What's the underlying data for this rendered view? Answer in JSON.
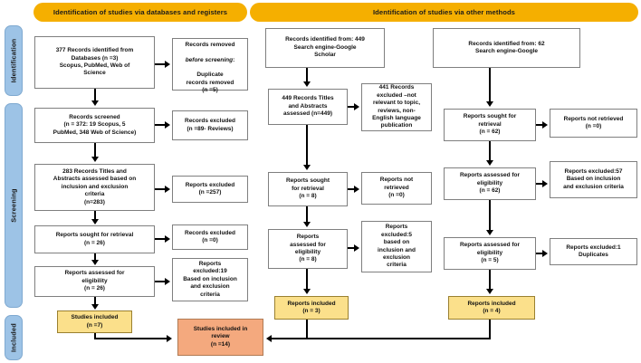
{
  "banners": [
    {
      "id": "databases-registers",
      "label": "Identification of studies via databases and registers"
    },
    {
      "id": "other-methods",
      "label": "Identification of studies via other methods"
    }
  ],
  "stages": [
    {
      "id": "identification",
      "label": "Identification"
    },
    {
      "id": "screening",
      "label": "Screening"
    },
    {
      "id": "included",
      "label": "Included"
    }
  ],
  "colors": {
    "banner": "#F5AF00",
    "stage": "#9DC3E6",
    "included_yellow": "#FBE08B",
    "review_salmon": "#F4A97E",
    "box_border": "#7f7f7f",
    "connector": "#000000"
  },
  "left_column": {
    "identified": "377 Records identified from\nDatabases (n =3)\nScopus, PubMed, Web of\nScience",
    "removed_line1": "Records removed",
    "removed_line2": "before screening",
    "removed_line3": ":",
    "removed_rest": "Duplicate\nrecords removed\n(n =5)",
    "screened": "Records screened\n(n = 372: 19 Scopus, 5\nPubMed, 348 Web of Science)",
    "screened_excluded": "Records excluded\n(n =89- Reviews)",
    "titles_abstracts": "283 Records Titles and\nAbstracts assessed based on\ninclusion and exclusion\ncriteria\n(n=283)",
    "reports_excluded_257": "Reports excluded\n(n =257)",
    "sought": "Reports sought for retrieval\n(n = 26)",
    "sought_excluded": "Records excluded\n(n =0)",
    "assessed": "Reports assessed for\neligibility\n(n = 26)",
    "assessed_excluded": "Reports\nexcluded:19\nBased on inclusion\nand exclusion\ncriteria",
    "studies_included": "Studies included\n(n =7)"
  },
  "middle_column": {
    "identified": "Records identified from: 449\nSearch engine-Google\nScholar",
    "titles_abstracts": "449 Records Titles\nand Abstracts\nassessed (n=449)",
    "excluded_441": "441 Records\nexcluded –not\nrelevant to topic,\nreviews, non-\nEnglish language\npublication",
    "sought": "Reports sought\nfor retrieval\n(n = 8)",
    "not_retrieved": "Reports not\nretrieved\n(n =0)",
    "assessed": "Reports\nassessed for\neligibility\n(n = 8)",
    "assessed_excluded": "Reports\nexcluded:5\nbased on\ninclusion and\nexclusion\ncriteria",
    "reports_included": "Reports included\n(n = 3)"
  },
  "right_column": {
    "identified": "Records identified from: 62\nSearch engine-Google",
    "sought": "Reports sought for\nretrieval\n(n = 62)",
    "not_retrieved": "Reports not retrieved\n(n =0)",
    "assessed_62": "Reports assessed for\neligibility\n(n = 62)",
    "excluded_57": "Reports excluded:57\nBased on inclusion\nand exclusion criteria",
    "assessed_5": "Reports assessed for\neligibility\n(n = 5)",
    "excluded_1": "Reports excluded:1\nDuplicates",
    "reports_included": "Reports included\n(n = 4)"
  },
  "final": {
    "review": "Studies included in\nreview\n(n =14)"
  }
}
